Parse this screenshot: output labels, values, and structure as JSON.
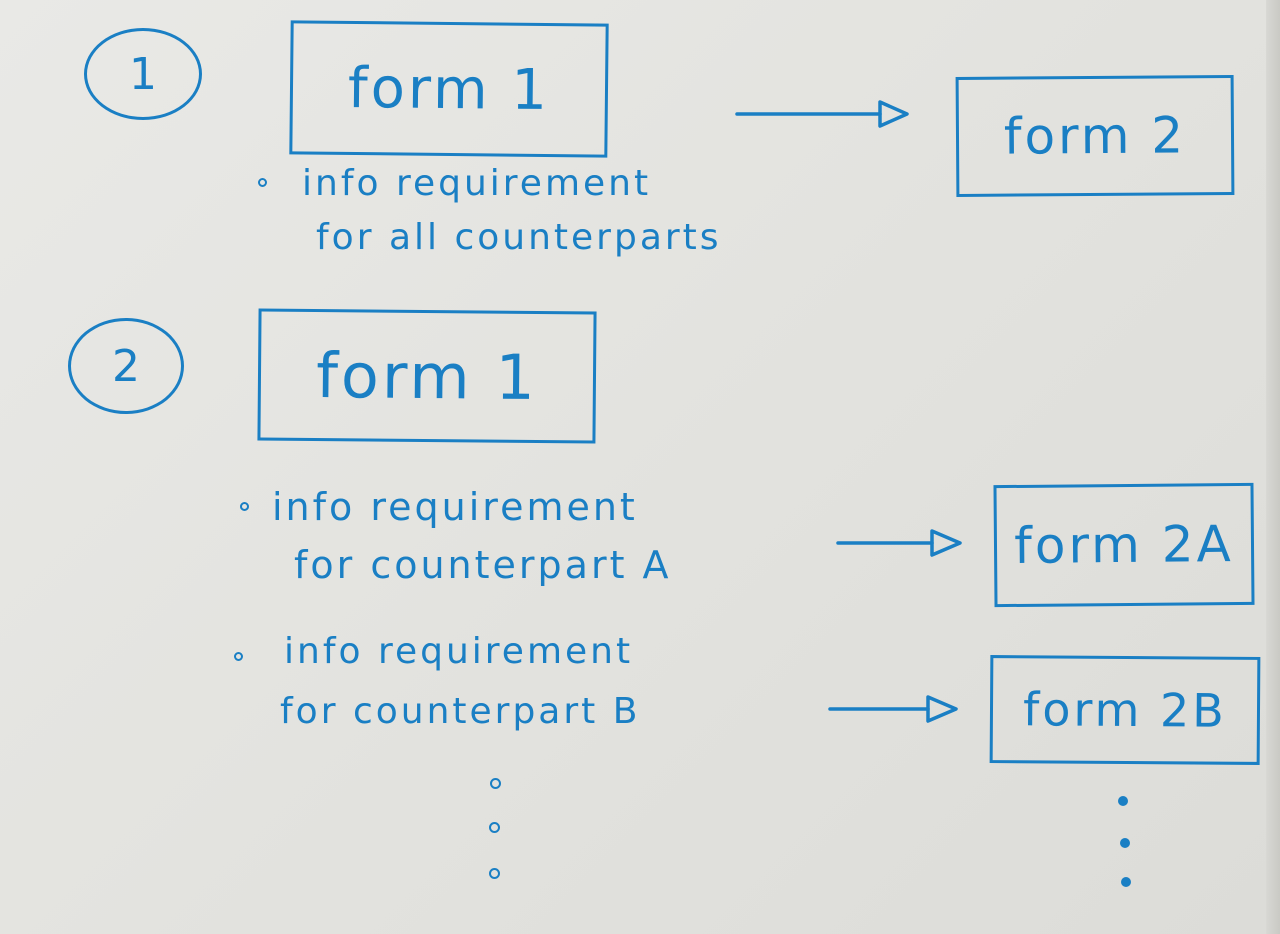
{
  "diagram": {
    "ink_color": "#1a7fc4",
    "section_1": {
      "number": "1",
      "source_form": "form 1",
      "target_form": "form 2",
      "requirement_line1": "info requirement",
      "requirement_line2": "for all counterparts"
    },
    "section_2": {
      "number": "2",
      "source_form": "form 1",
      "requirement_a_line1": "info requirement",
      "requirement_a_line2": "for counterpart A",
      "target_form_a": "form 2A",
      "requirement_b_line1": "info requirement",
      "requirement_b_line2": "for counterpart B",
      "target_form_b": "form 2B"
    }
  }
}
